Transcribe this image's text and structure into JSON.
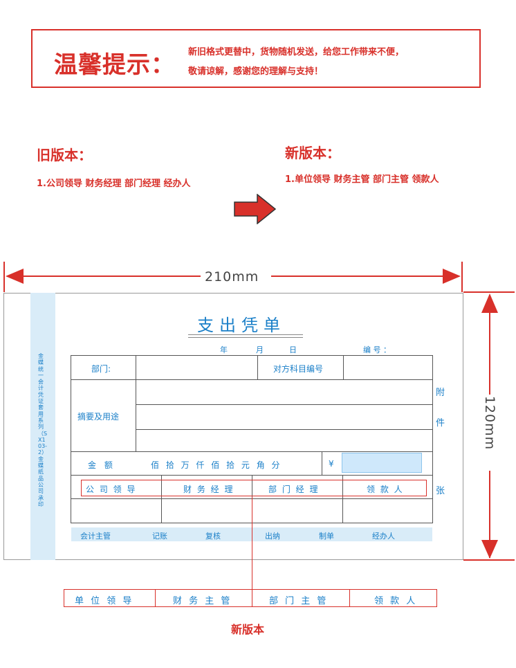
{
  "notice": {
    "title": "温馨提示：",
    "line1": "新旧格式更替中，货物随机发送，给您工作带来不便，",
    "line2": "敬请谅解，感谢您的理解与支持！"
  },
  "old_version": {
    "title": "旧版本：",
    "desc": "1.公司领导 财务经理 部门经理 经办人"
  },
  "new_version": {
    "title": "新版本：",
    "desc": "1.单位领导 财务主管 部门主管 领款人"
  },
  "dimensions": {
    "width": "210mm",
    "height": "120mm"
  },
  "voucher": {
    "title": "支出凭单",
    "side_text": "金蝶统一会计凭证套用系列（SX103-2）金蝶纸品公司承印",
    "date_year": "年",
    "date_month": "月",
    "date_day": "日",
    "number_label": "编 号 ：",
    "dept_label": "部门:",
    "account_label": "对方科目编号",
    "summary_label": "摘要及用途",
    "amount_label": "金 额",
    "amount_units": "佰 拾 万 仟 佰 拾 元 角 分",
    "currency": "¥",
    "attach_1": "附",
    "attach_2": "件",
    "attach_3": "张",
    "old_sign": [
      "公 司 领 导",
      "财 务 经 理",
      "部 门 经 理",
      "领 款 人"
    ],
    "footer": [
      "会计主管",
      "记账",
      "复核",
      "出纳",
      "制单",
      "经办人"
    ]
  },
  "new_sign": [
    "单 位 领 导",
    "财 务 主 管",
    "部 门 主 管",
    "领 款 人"
  ],
  "new_caption": "新版本",
  "colors": {
    "accent_red": "#d8302a",
    "voucher_blue": "#1a7fc8",
    "band_blue": "#d9ecf8"
  }
}
